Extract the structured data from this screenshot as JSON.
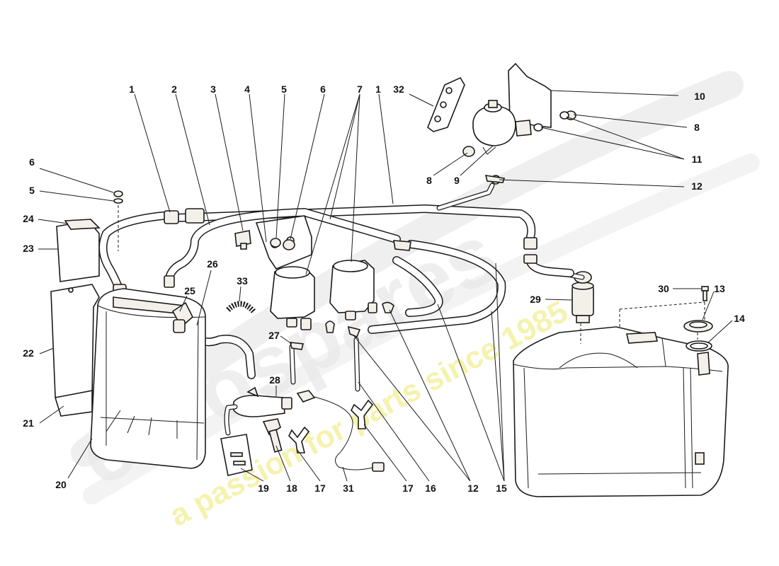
{
  "watermark": {
    "brand": "eurospares",
    "tagline": "a passion for parts since 1985"
  },
  "callouts": {
    "c1a": "1",
    "c2": "2",
    "c3": "3",
    "c4": "4",
    "c5a": "5",
    "c6a": "6",
    "c7": "7",
    "c1b": "1",
    "c32": "32",
    "c10": "10",
    "c8a": "8",
    "c11": "11",
    "c8b": "8",
    "c9": "9",
    "c12a": "12",
    "c6b": "6",
    "c5b": "5",
    "c24": "24",
    "c23": "23",
    "c26": "26",
    "c33": "33",
    "c25": "25",
    "c27": "27",
    "c22": "22",
    "c28": "28",
    "c21": "21",
    "c20": "20",
    "c19": "19",
    "c18": "18",
    "c17a": "17",
    "c31": "31",
    "c17b": "17",
    "c16": "16",
    "c12b": "12",
    "c15": "15",
    "c29": "29",
    "c30": "30",
    "c13": "13",
    "c14": "14"
  }
}
